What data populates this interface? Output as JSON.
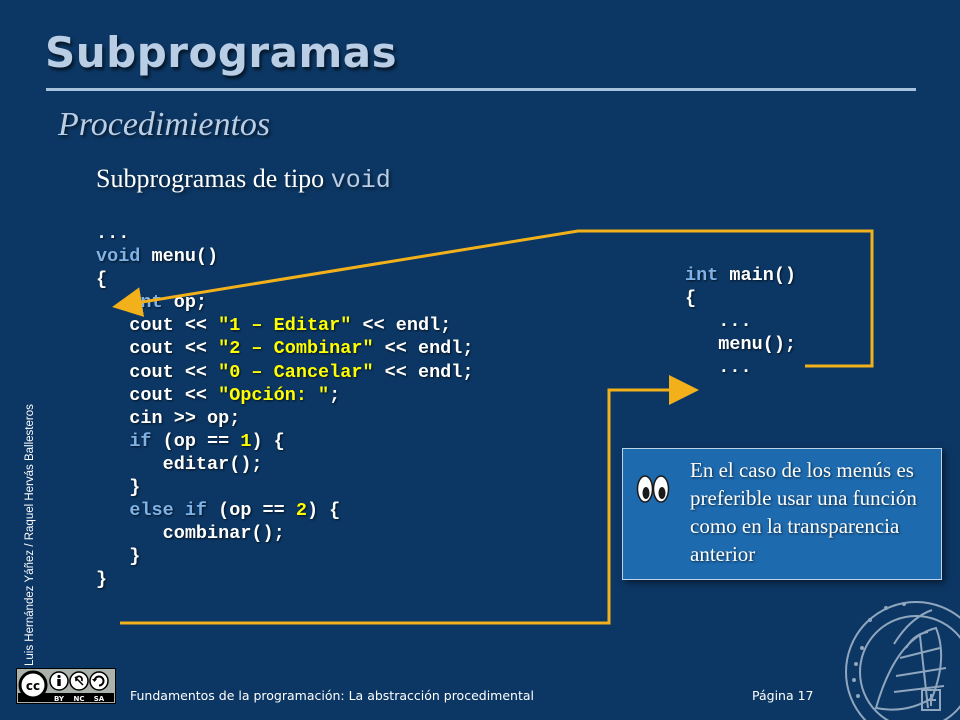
{
  "slide": {
    "title": "Subprogramas",
    "subtitle": "Procedimientos",
    "heading_text": "Subprogramas de tipo ",
    "heading_keyword": "void"
  },
  "code_menu": [
    [
      {
        "t": "...",
        "c": "plain"
      }
    ],
    [
      {
        "t": "void",
        "c": "kw"
      },
      {
        "t": " menu()",
        "c": "plain"
      }
    ],
    [
      {
        "t": "{",
        "c": "plain"
      }
    ],
    [
      {
        "t": "   ",
        "c": "plain"
      },
      {
        "t": "int",
        "c": "kw"
      },
      {
        "t": " op;",
        "c": "plain"
      }
    ],
    [
      {
        "t": "   cout << ",
        "c": "plain"
      },
      {
        "t": "\"1 – Editar\"",
        "c": "str"
      },
      {
        "t": " << endl;",
        "c": "plain"
      }
    ],
    [
      {
        "t": "   cout << ",
        "c": "plain"
      },
      {
        "t": "\"2 – Combinar\"",
        "c": "str"
      },
      {
        "t": " << endl;",
        "c": "plain"
      }
    ],
    [
      {
        "t": "   cout << ",
        "c": "plain"
      },
      {
        "t": "\"0 – Cancelar\"",
        "c": "str"
      },
      {
        "t": " << endl;",
        "c": "plain"
      }
    ],
    [
      {
        "t": "   cout << ",
        "c": "plain"
      },
      {
        "t": "\"Opción: \"",
        "c": "str"
      },
      {
        "t": ";",
        "c": "plain"
      }
    ],
    [
      {
        "t": "   cin >> op;",
        "c": "plain"
      }
    ],
    [
      {
        "t": "   ",
        "c": "plain"
      },
      {
        "t": "if",
        "c": "kw"
      },
      {
        "t": " (op == ",
        "c": "plain"
      },
      {
        "t": "1",
        "c": "num"
      },
      {
        "t": ") {",
        "c": "plain"
      }
    ],
    [
      {
        "t": "      editar();",
        "c": "plain"
      }
    ],
    [
      {
        "t": "   }",
        "c": "plain"
      }
    ],
    [
      {
        "t": "   ",
        "c": "plain"
      },
      {
        "t": "else if",
        "c": "kw"
      },
      {
        "t": " (op == ",
        "c": "plain"
      },
      {
        "t": "2",
        "c": "num"
      },
      {
        "t": ") {",
        "c": "plain"
      }
    ],
    [
      {
        "t": "      combinar();",
        "c": "plain"
      }
    ],
    [
      {
        "t": "   }",
        "c": "plain"
      }
    ],
    [
      {
        "t": "}",
        "c": "plain"
      }
    ]
  ],
  "code_main": [
    [
      {
        "t": "int",
        "c": "kw"
      },
      {
        "t": " main()",
        "c": "plain"
      }
    ],
    [
      {
        "t": "{",
        "c": "plain"
      }
    ],
    [
      {
        "t": "   ...",
        "c": "plain"
      }
    ],
    [
      {
        "t": "   menu();",
        "c": "plain"
      }
    ],
    [
      {
        "t": "   ...",
        "c": "plain"
      }
    ]
  ],
  "note": {
    "icon": "eyes-icon",
    "text": "En el caso de los menús es preferible usar una función como en la transparencia anterior"
  },
  "footer": {
    "authors": "Luis Hernández Yáñez / Raquel Hervás Ballesteros",
    "course": "Fundamentos de la programación: La abstracción procedimental",
    "page": "Página 17",
    "license_labels": [
      "BY",
      "NC",
      "SA"
    ],
    "license_mark": "cc"
  },
  "colors": {
    "background": "#0c3764",
    "title": "#b9cde4",
    "keyword": "#7fb2e6",
    "string": "#ffff00",
    "arrow": "#f2b11b",
    "note_box": "#1d6aae"
  }
}
